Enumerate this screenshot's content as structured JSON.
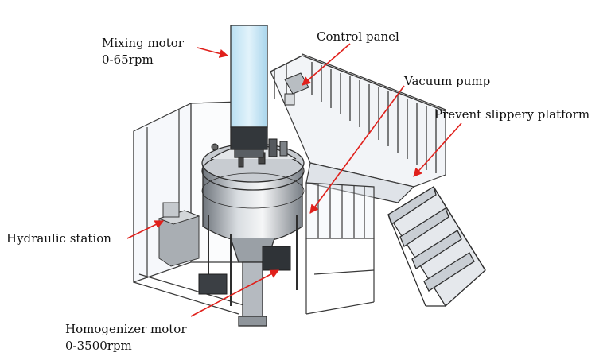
{
  "labels": {
    "mixing_motor": [
      "Mixing motor",
      "0-65rpm"
    ],
    "control_panel": "Control panel",
    "vacuum_pump": "Vacuum pump",
    "platform": "Prevent slippery platform",
    "hydraulic_station": "Hydraulic station",
    "homogenizer_motor": [
      "Homogenizer motor",
      "0-3500rpm"
    ]
  },
  "colors": {
    "arrow": "#e0201b",
    "frame": "#3a3a3a",
    "glass": "#eef3f8",
    "motor_column": "#cfe8f6",
    "steel": "#8e949b"
  }
}
